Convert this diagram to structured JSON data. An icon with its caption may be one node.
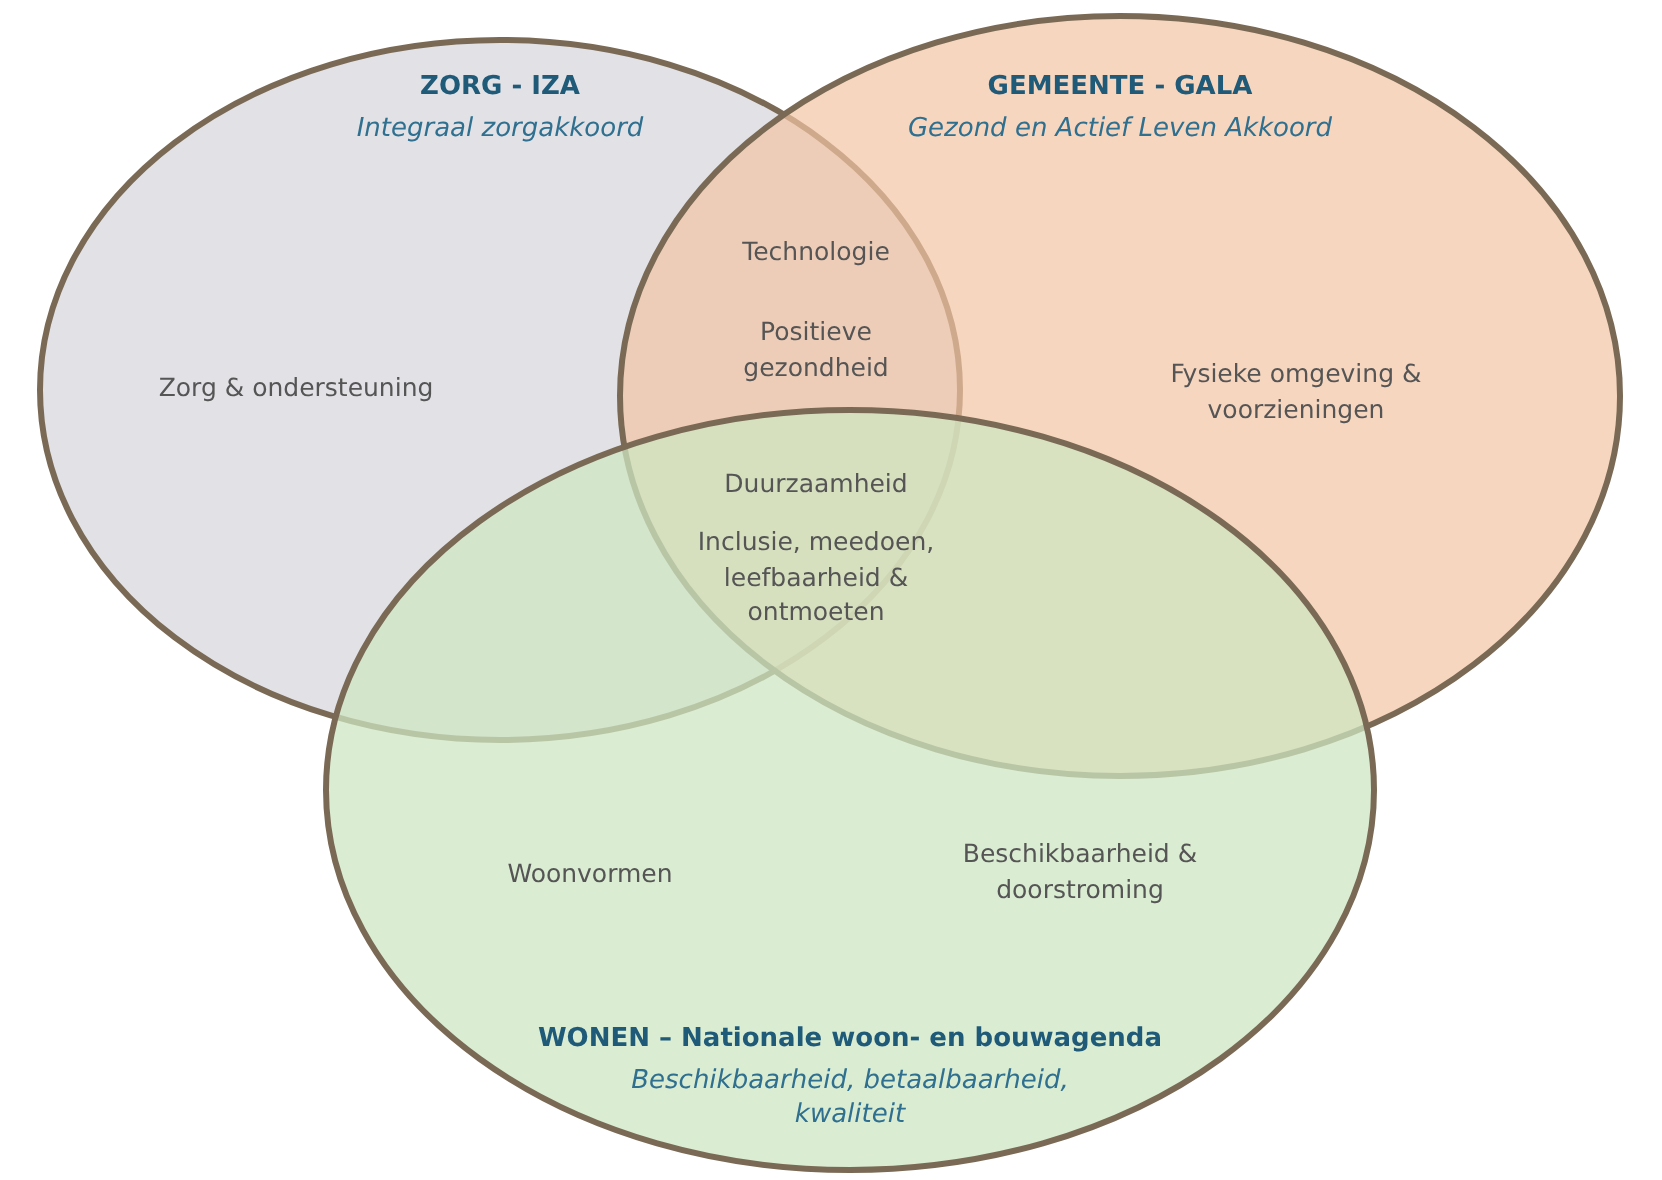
{
  "diagram": {
    "nodes": [
      {
        "text": [
          "ZORG - IZA",
          "Integraal zorgakkoord"
        ]
      },
      {
        "text": [
          "GEMEENTE - GALA",
          "Gezond en Actief Leven Akkoord"
        ]
      },
      {
        "text": [
          "WONEN – Nationale woon- en bouwagenda",
          "Beschikbaarheid, betaalbaarheid, kwaliteit"
        ]
      }
    ],
    "labels": [
      "Technologie",
      "Positieve gezondheid",
      "Zorg & ondersteuning",
      "Fysieke omgeving & voorzieningen",
      "Duurzaamheid",
      "Inclusie, meedoen, leefbaarheid & ontmoeten",
      "Woonvormen",
      "Beschikbaarheid & doorstroming"
    ]
  }
}
